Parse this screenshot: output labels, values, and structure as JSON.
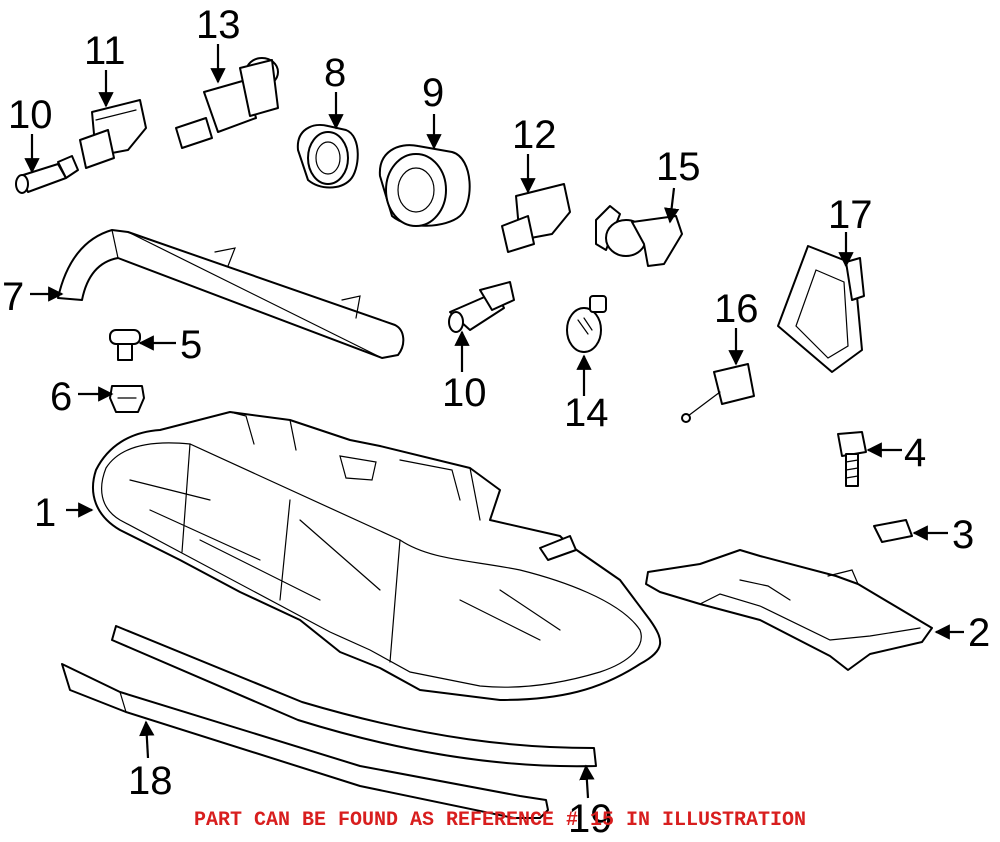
{
  "diagram": {
    "callouts": [
      "1",
      "2",
      "3",
      "4",
      "5",
      "6",
      "7",
      "8",
      "9",
      "10",
      "10",
      "11",
      "12",
      "13",
      "14",
      "15",
      "16",
      "17",
      "18",
      "19"
    ]
  },
  "footer": {
    "note": "PART CAN BE FOUND AS REFERENCE # 15 IN ILLUSTRATION",
    "note_color": "#d81e1e"
  }
}
